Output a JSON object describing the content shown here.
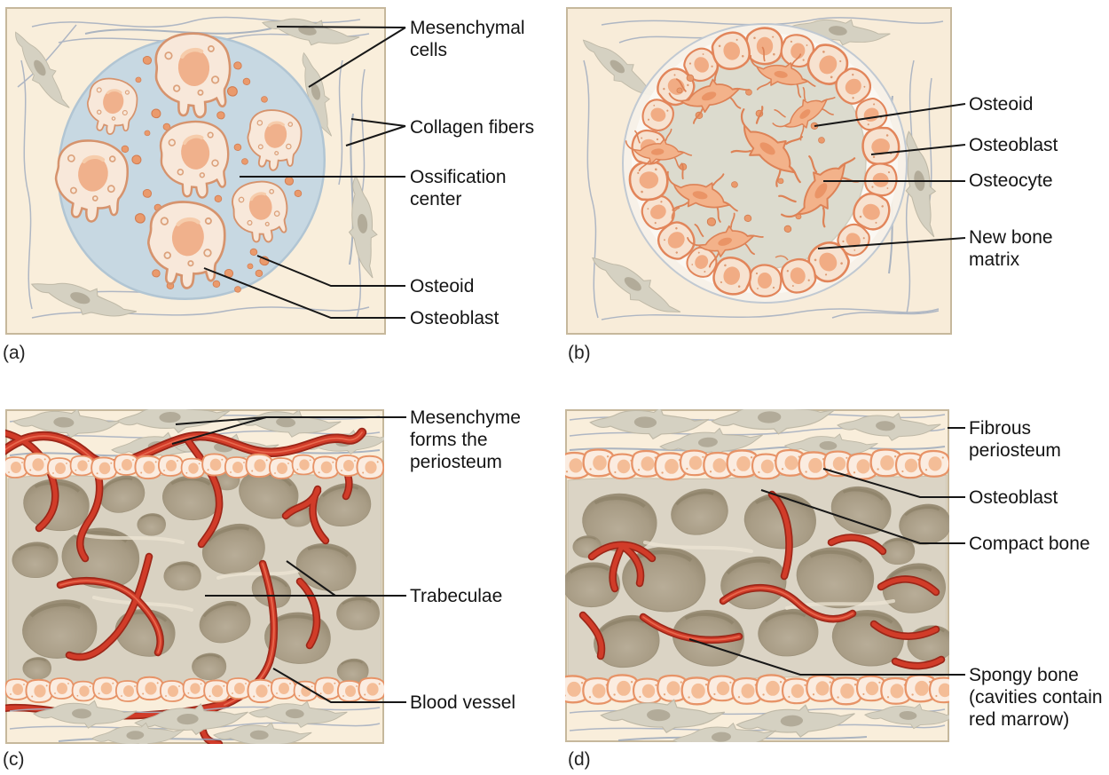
{
  "panel_a": {
    "letter": "(a)",
    "labels": {
      "mesenchymal": "Mesenchymal cells",
      "collagen": "Collagen fibers",
      "ossification": "Ossification center",
      "osteoid": "Osteoid",
      "osteoblast": "Osteoblast"
    }
  },
  "panel_b": {
    "letter": "(b)",
    "labels": {
      "osteoid": "Osteoid",
      "osteoblast": "Osteoblast",
      "osteocyte": "Osteocyte",
      "new_bone_matrix": "New bone matrix"
    }
  },
  "panel_c": {
    "letter": "(c)",
    "labels": {
      "mesenchyme": "Mesenchyme forms the periosteum",
      "trabeculae": "Trabeculae",
      "blood_vessel": "Blood vessel"
    }
  },
  "panel_d": {
    "letter": "(d)",
    "labels": {
      "fibrous_periosteum": "Fibrous periosteum",
      "osteoblast": "Osteoblast",
      "compact_bone": "Compact bone",
      "spongy_bone": "Spongy bone (cavities contain red marrow)"
    }
  },
  "colors": {
    "background": "#ffffff",
    "panel_background": "#f9eedb",
    "panel_border": "#c6b89c",
    "callout_line": "#171717",
    "label_text": "#141414",
    "collagen_fiber": "#a7b1c1",
    "mesenchymal_cell": "#d5d1c2",
    "ossification_center_blue": "#c7d8e2",
    "osteoblast_cell": "#f8e8da",
    "cell_outline_orange": "#d6936d",
    "nucleus_peach": "#f0b18c",
    "osteoid_speck": "#ea9a6c",
    "new_bone_matrix": "#dcdbce",
    "osteocyte_orange": "#f3b28a",
    "bone_matrix_tan": "#d9d2c2",
    "cavity_brown": "#ab9f88",
    "blood_vessel_red": "#d13c29"
  }
}
